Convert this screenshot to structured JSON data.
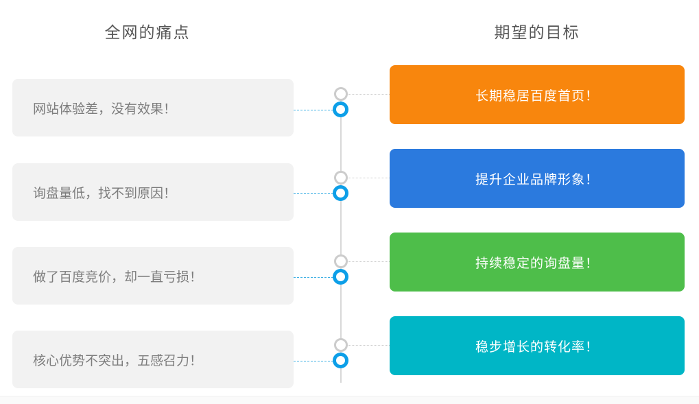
{
  "titles": {
    "left": "全网的痛点",
    "right": "期望的目标"
  },
  "rows": [
    {
      "pain": "网站体验差，没有效果！",
      "goal": "长期稳居百度首页！",
      "goal_color": "#f8860d"
    },
    {
      "pain": "询盘量低，找不到原因！",
      "goal": "提升企业品牌形象！",
      "goal_color": "#2b7ade"
    },
    {
      "pain": "做了百度竞价，却一直亏损！",
      "goal": "持续稳定的询盘量！",
      "goal_color": "#4ebe4a"
    },
    {
      "pain": "核心优势不突出，五感召力！",
      "goal": "稳步增长的转化率！",
      "goal_color": "#00b6c6"
    }
  ],
  "style_colors": {
    "title_text": "#555555",
    "pain_box_bg": "#f2f2f2",
    "pain_text": "#7d7d7d",
    "goal_text": "#ffffff",
    "timeline_line": "#d8d8d8",
    "gray_node": "#cccccc",
    "blue_node": "#0d9fe8",
    "left_connector": "#3fb0e4",
    "right_connector": "#cccccc",
    "bottom_strip_bg": "#fafafa"
  }
}
